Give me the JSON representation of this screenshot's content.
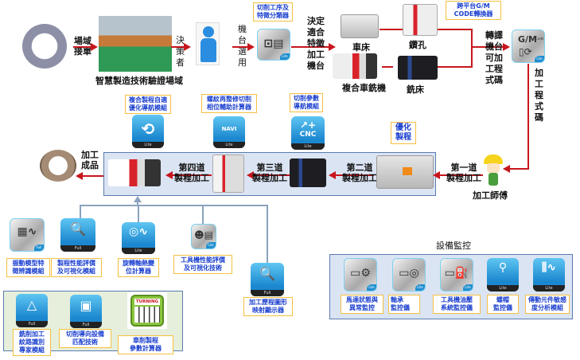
{
  "top_flow": {
    "site_order": "場域接單",
    "site_name": "智慧製造技術驗證場域",
    "decision_maker": "決策者",
    "machine_select": "機台選用",
    "classifier_box": "切削工序及\n特徵分類器",
    "decide_machine": "決定適合特徵加工機台",
    "lathe": "車床",
    "drill": "鑽孔",
    "turn_mill": "複合車銑機",
    "mill": "銑床",
    "gm_box": "跨平台G/M\nCODE轉換器",
    "translate": "轉譯機台可加工程式碼",
    "gm_icon_title": "G/M",
    "gm_icon_sub": "Code",
    "nc_code": "加工程式碼",
    "icon_badge": "Lite"
  },
  "optimize": {
    "label": "優化\n製程",
    "modules": [
      {
        "label": "複合製程自適\n優化導航模組",
        "icon": "tool-cycle-icon",
        "foot": "Lite"
      },
      {
        "label": "螺紋再整修切削\n相位輔助計算器",
        "icon": "navi-thread-icon",
        "foot": "Lite",
        "glyph": "NAVI"
      },
      {
        "label": "切削參數\n導航模組",
        "icon": "cnc-trend-icon",
        "foot": "Lite",
        "glyph": "CNC"
      }
    ]
  },
  "process_chain": {
    "finished": "加工成品",
    "step4": "第四道\n製程加工",
    "step3": "第三道\n製程加工",
    "step2": "第二道\n製程加工",
    "step1": "第一道\n製程加工",
    "operator": "加工師傅"
  },
  "analysis_modules": [
    {
      "label": "振動模型特\n徵辨識模組",
      "foot": "Full"
    },
    {
      "label": "製程性能評價\n及可視化模組",
      "foot": "Full"
    },
    {
      "label": "旋轉軸熱變\n位計算器",
      "foot": "Lite"
    },
    {
      "label": "工具機性能評價\n及可視化技術",
      "foot": "Lite"
    },
    {
      "label": "加工歷程圖形\n映射顯示器",
      "foot": "Full"
    }
  ],
  "green_panel": [
    {
      "label": "銑削加工\n紋路識別\n專家模組",
      "foot": "Full"
    },
    {
      "label": "切削導向設備\n匹配技術",
      "foot": "Full"
    },
    {
      "label": "車削製程\n參數計算器",
      "glyph": "TURNING"
    }
  ],
  "monitoring": {
    "title": "設備監控",
    "items": [
      {
        "label": "馬達狀態與\n異常監控",
        "foot": "Lite"
      },
      {
        "label": "軸承\n監控儀",
        "foot": "Lite"
      },
      {
        "label": "工具機油壓\n系統監控儀",
        "foot": "Lite"
      },
      {
        "label": "螺帽\n監控儀",
        "foot": "Lite"
      },
      {
        "label": "傳動元件敏感\n度分析模組",
        "foot": "Lite"
      }
    ]
  }
}
